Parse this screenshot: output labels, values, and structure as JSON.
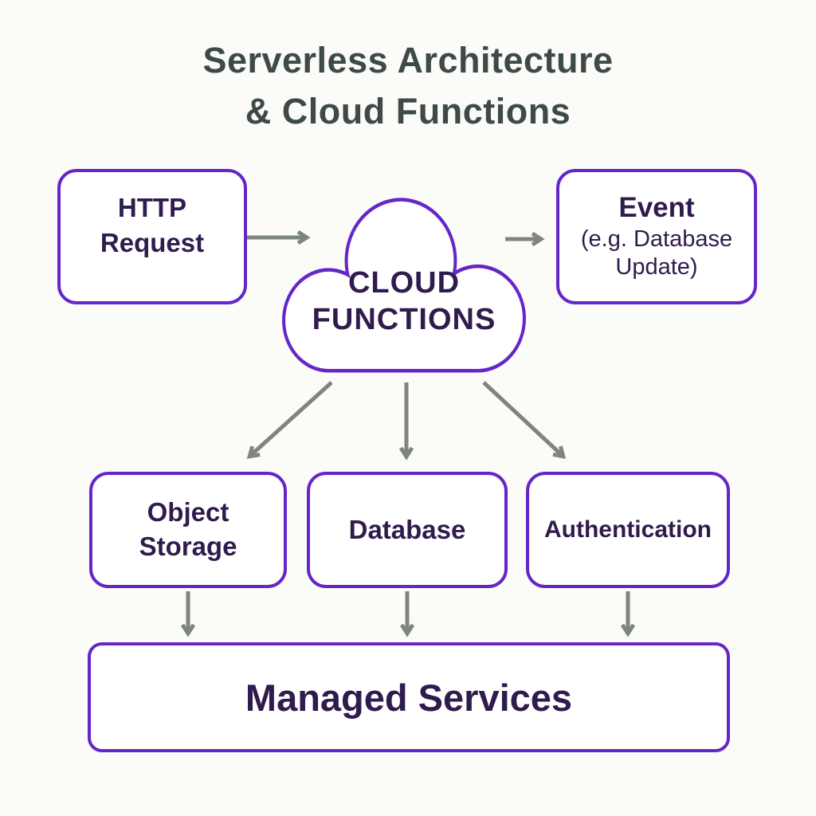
{
  "title": {
    "line1": "Serverless Architecture",
    "line2": "& Cloud Functions"
  },
  "nodes": {
    "http_request": {
      "line1": "HTTP",
      "line2": "Request"
    },
    "cloud_functions": {
      "line1": "CLOUD",
      "line2": "FUNCTIONS"
    },
    "event": {
      "line1": "Event",
      "line2": "(e.g. Database",
      "line3": "Update)"
    },
    "object_storage": {
      "line1": "Object",
      "line2": "Storage"
    },
    "database": {
      "label": "Database"
    },
    "authentication": {
      "label": "Authentication"
    },
    "managed_services": {
      "label": "Managed Services"
    }
  },
  "edges": [
    {
      "from": "HTTP Request",
      "to": "Cloud Functions"
    },
    {
      "from": "Cloud Functions",
      "to": "Event (e.g. Database Update)"
    },
    {
      "from": "Cloud Functions",
      "to": "Object Storage"
    },
    {
      "from": "Cloud Functions",
      "to": "Database"
    },
    {
      "from": "Cloud Functions",
      "to": "Authentication"
    },
    {
      "from": "Object Storage",
      "to": "Managed Services"
    },
    {
      "from": "Database",
      "to": "Managed Services"
    },
    {
      "from": "Authentication",
      "to": "Managed Services"
    }
  ],
  "colors": {
    "background": "#fbfbf7",
    "node_border": "#6526c8",
    "node_text": "#301b4d",
    "title_text": "#3e4a49",
    "arrow": "#7d8581"
  }
}
